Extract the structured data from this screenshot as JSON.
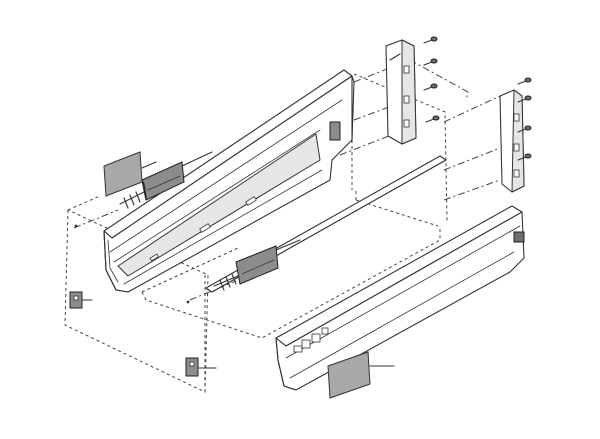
{
  "diagram": {
    "style": "exploded-assembly line drawing",
    "colors": {
      "line": "#333333",
      "runner": "#8c8c8c",
      "insert_panel": "#a8a8a8",
      "background": "#ffffff"
    },
    "components": [
      "left-drawer-side",
      "right-drawer-side",
      "left-runner",
      "right-runner",
      "left-rear-bracket",
      "right-rear-bracket",
      "screw",
      "front-fixing-clip",
      "insert-plate",
      "drawer-front-outline",
      "drawer-bottom-outline"
    ]
  }
}
